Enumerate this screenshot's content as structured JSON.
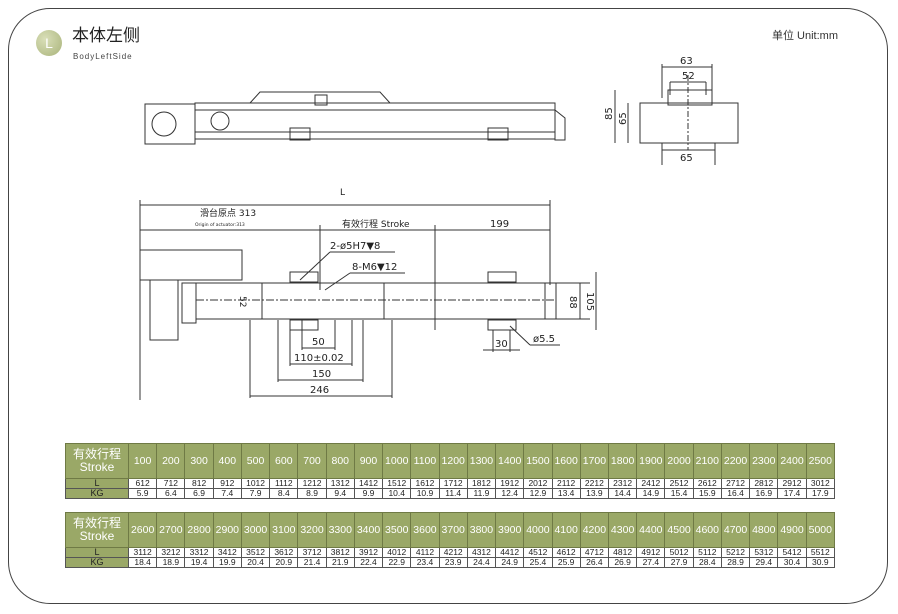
{
  "header": {
    "logo_letter": "L",
    "title": "本体左侧",
    "subtitle": "BodyLeftSide",
    "unit": "单位 Unit:mm"
  },
  "drawing": {
    "side_view": {
      "dim_63": "63",
      "dim_52": "52",
      "dim_85": "85",
      "dim_65_v": "65",
      "dim_65_h": "65"
    },
    "main_view": {
      "dim_L": "L",
      "origin_label": "滑台原点 313",
      "origin_sub": "Origin of actuator:313",
      "stroke_label": "有效行程 Stroke",
      "dim_199": "199",
      "pin_hole": "2-ø5H7▼8",
      "screw_hole": "8-M6▼12",
      "dim_52": "52",
      "dim_88": "88",
      "dim_105": "105",
      "dim_50": "50",
      "dim_110": "110±0.02",
      "dim_150": "150",
      "dim_246": "246",
      "dim_30": "30",
      "dim_hole": "ø5.5"
    }
  },
  "tables": [
    {
      "head_cn": "有效行程",
      "head_en": "Stroke",
      "row_L": "L",
      "row_KG": "KG",
      "stroke": [
        "100",
        "200",
        "300",
        "400",
        "500",
        "600",
        "700",
        "800",
        "900",
        "1000",
        "1100",
        "1200",
        "1300",
        "1400",
        "1500",
        "1600",
        "1700",
        "1800",
        "1900",
        "2000",
        "2100",
        "2200",
        "2300",
        "2400",
        "2500"
      ],
      "L": [
        "612",
        "712",
        "812",
        "912",
        "1012",
        "1112",
        "1212",
        "1312",
        "1412",
        "1512",
        "1612",
        "1712",
        "1812",
        "1912",
        "2012",
        "2112",
        "2212",
        "2312",
        "2412",
        "2512",
        "2612",
        "2712",
        "2812",
        "2912",
        "3012"
      ],
      "KG": [
        "5.9",
        "6.4",
        "6.9",
        "7.4",
        "7.9",
        "8.4",
        "8.9",
        "9.4",
        "9.9",
        "10.4",
        "10.9",
        "11.4",
        "11.9",
        "12.4",
        "12.9",
        "13.4",
        "13.9",
        "14.4",
        "14.9",
        "15.4",
        "15.9",
        "16.4",
        "16.9",
        "17.4",
        "17.9"
      ]
    },
    {
      "head_cn": "有效行程",
      "head_en": "Stroke",
      "row_L": "L",
      "row_KG": "KG",
      "stroke": [
        "2600",
        "2700",
        "2800",
        "2900",
        "3000",
        "3100",
        "3200",
        "3300",
        "3400",
        "3500",
        "3600",
        "3700",
        "3800",
        "3900",
        "4000",
        "4100",
        "4200",
        "4300",
        "4400",
        "4500",
        "4600",
        "4700",
        "4800",
        "4900",
        "5000"
      ],
      "L": [
        "3112",
        "3212",
        "3312",
        "3412",
        "3512",
        "3612",
        "3712",
        "3812",
        "3912",
        "4012",
        "4112",
        "4212",
        "4312",
        "4412",
        "4512",
        "4612",
        "4712",
        "4812",
        "4912",
        "5012",
        "5112",
        "5212",
        "5312",
        "5412",
        "5512"
      ],
      "KG": [
        "18.4",
        "18.9",
        "19.4",
        "19.9",
        "20.4",
        "20.9",
        "21.4",
        "21.9",
        "22.4",
        "22.9",
        "23.4",
        "23.9",
        "24.4",
        "24.9",
        "25.4",
        "25.9",
        "26.4",
        "26.9",
        "27.4",
        "27.9",
        "28.4",
        "28.9",
        "29.4",
        "30.4",
        "30.9"
      ]
    }
  ]
}
